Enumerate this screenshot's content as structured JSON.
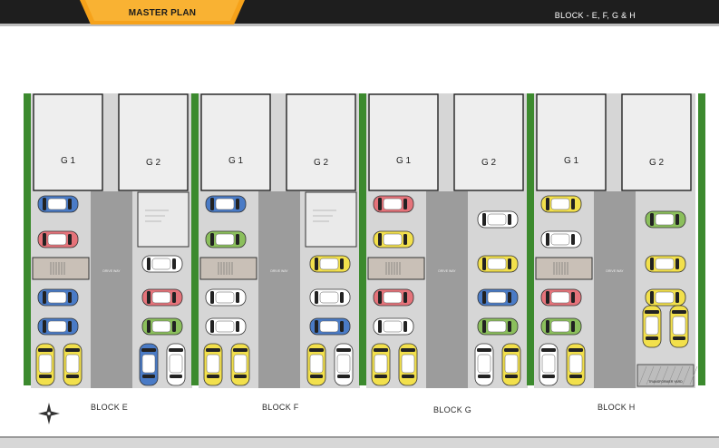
{
  "header": {
    "tab_label": "MASTER PLAN",
    "blocks_label": "BLOCK - E, F, G & H"
  },
  "colors": {
    "header_bg": "#1e1e1e",
    "tab_orange": "#f6a21a",
    "grass": "#3c8a2e",
    "paving": "#d6d6d6",
    "driveway": "#9c9c9c",
    "car_blue": "#4a7bc6",
    "car_red": "#e5737a",
    "car_green": "#8bbf5c",
    "car_yellow": "#f2e04c",
    "car_white": "#ffffff"
  },
  "blocks": [
    {
      "name": "BLOCK E",
      "units": [
        "G 1",
        "G 2"
      ],
      "left_cars": [
        "blue",
        "red",
        "stair",
        "blue",
        "blue",
        "yellow-pair"
      ],
      "right_cars": [
        "room",
        "white",
        "red",
        "green",
        "blue-white-pair"
      ]
    },
    {
      "name": "BLOCK F",
      "units": [
        "G 1",
        "G 2"
      ],
      "left_cars": [
        "blue",
        "green",
        "stair",
        "white",
        "white",
        "yellow-pair"
      ],
      "right_cars": [
        "room",
        "yellow",
        "white",
        "blue",
        "yellow-white-pair"
      ]
    },
    {
      "name": "BLOCK G",
      "units": [
        "G 1",
        "G 2"
      ],
      "left_cars": [
        "red",
        "yellow",
        "stair",
        "red",
        "white",
        "yellow-pair"
      ],
      "right_cars": [
        "white",
        "yellow",
        "blue",
        "green",
        "white-yellow-pair"
      ]
    },
    {
      "name": "BLOCK H",
      "units": [
        "G 1",
        "G 2"
      ],
      "left_cars": [
        "yellow",
        "white",
        "stair",
        "red",
        "green",
        "white-yellow-pair"
      ],
      "right_cars": [
        "green",
        "yellow",
        "yellow",
        "yellow-pair",
        "transformer"
      ]
    }
  ],
  "driveway_label": "DRIVE WAY",
  "transformer_label": "TRANSFORMER YARD"
}
